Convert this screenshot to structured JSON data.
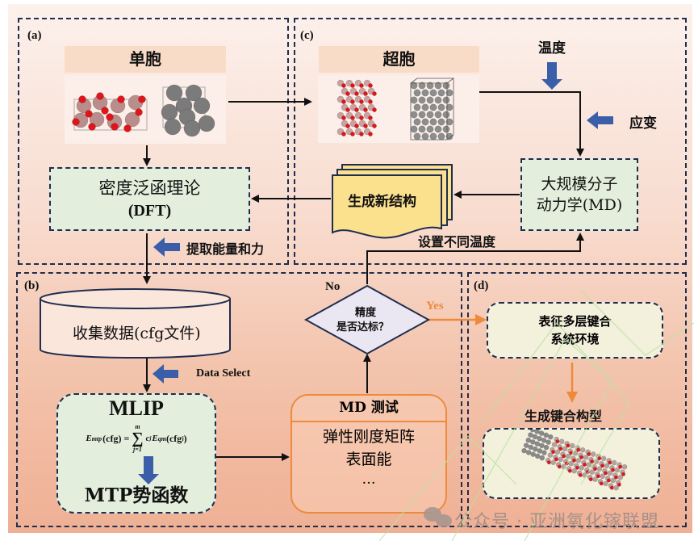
{
  "panels": {
    "a": {
      "label": "(a)",
      "unit_cell_header": "单胞",
      "dft_box": {
        "line1": "密度泛函理论",
        "line2": "(DFT)"
      },
      "extract_label": "提取能量和力"
    },
    "c": {
      "label": "(c)",
      "supercell_header": "超胞",
      "temperature_label": "温度",
      "strain_label": "应变",
      "md_box": {
        "line1": "大规模分子",
        "line2": "动力学(MD)"
      },
      "new_structure_label": "生成新结构",
      "set_temperature_label": "设置不同温度"
    },
    "b": {
      "label": "(b)",
      "collect_data_label": "收集数据(cfg文件)",
      "data_select_label": "Data Select",
      "mlip_box": {
        "title": "MLIP",
        "formula": {
          "lhs_base": "E",
          "lhs_sup": "mtp",
          "lhs_arg": "(cfg) =",
          "sum_top": "m",
          "sum_bottom": "j=1",
          "rhs_coef": "c",
          "rhs_coef_sub": "j",
          "rhs_base": "E",
          "rhs_sup": "qm",
          "rhs_arg": "(cfg",
          "rhs_arg_sub": "j",
          "rhs_close": ")"
        },
        "result": "MTP势函数"
      },
      "md_test_box": {
        "title": "MD 测试",
        "items": [
          "弹性刚度矩阵",
          "表面能",
          "…"
        ]
      },
      "decision": {
        "line1": "精度",
        "line2": "是否达标？",
        "no_label": "No",
        "yes_label": "Yes"
      }
    },
    "d": {
      "label": "(d)",
      "characterize_box": {
        "line1": "表征多层键合",
        "line2": "系统环境"
      },
      "bonding_label": "生成键合构型"
    }
  },
  "watermark": {
    "icon": "wechat-icon",
    "text": "公众号 · 亚洲氧化镓联盟"
  },
  "colors": {
    "dashed_border": "#1f2d4e",
    "blue_arrow": "#3a5fa8",
    "orange": "#ee8a3c",
    "green_box": "#e3efdc",
    "doc_yellow": "#fbe08e",
    "diamond_fill": "#eae6f2",
    "oxygen_red": "#e0141b",
    "ga_pink": "#b88d8a",
    "gray_atom": "#7b7b7b"
  }
}
